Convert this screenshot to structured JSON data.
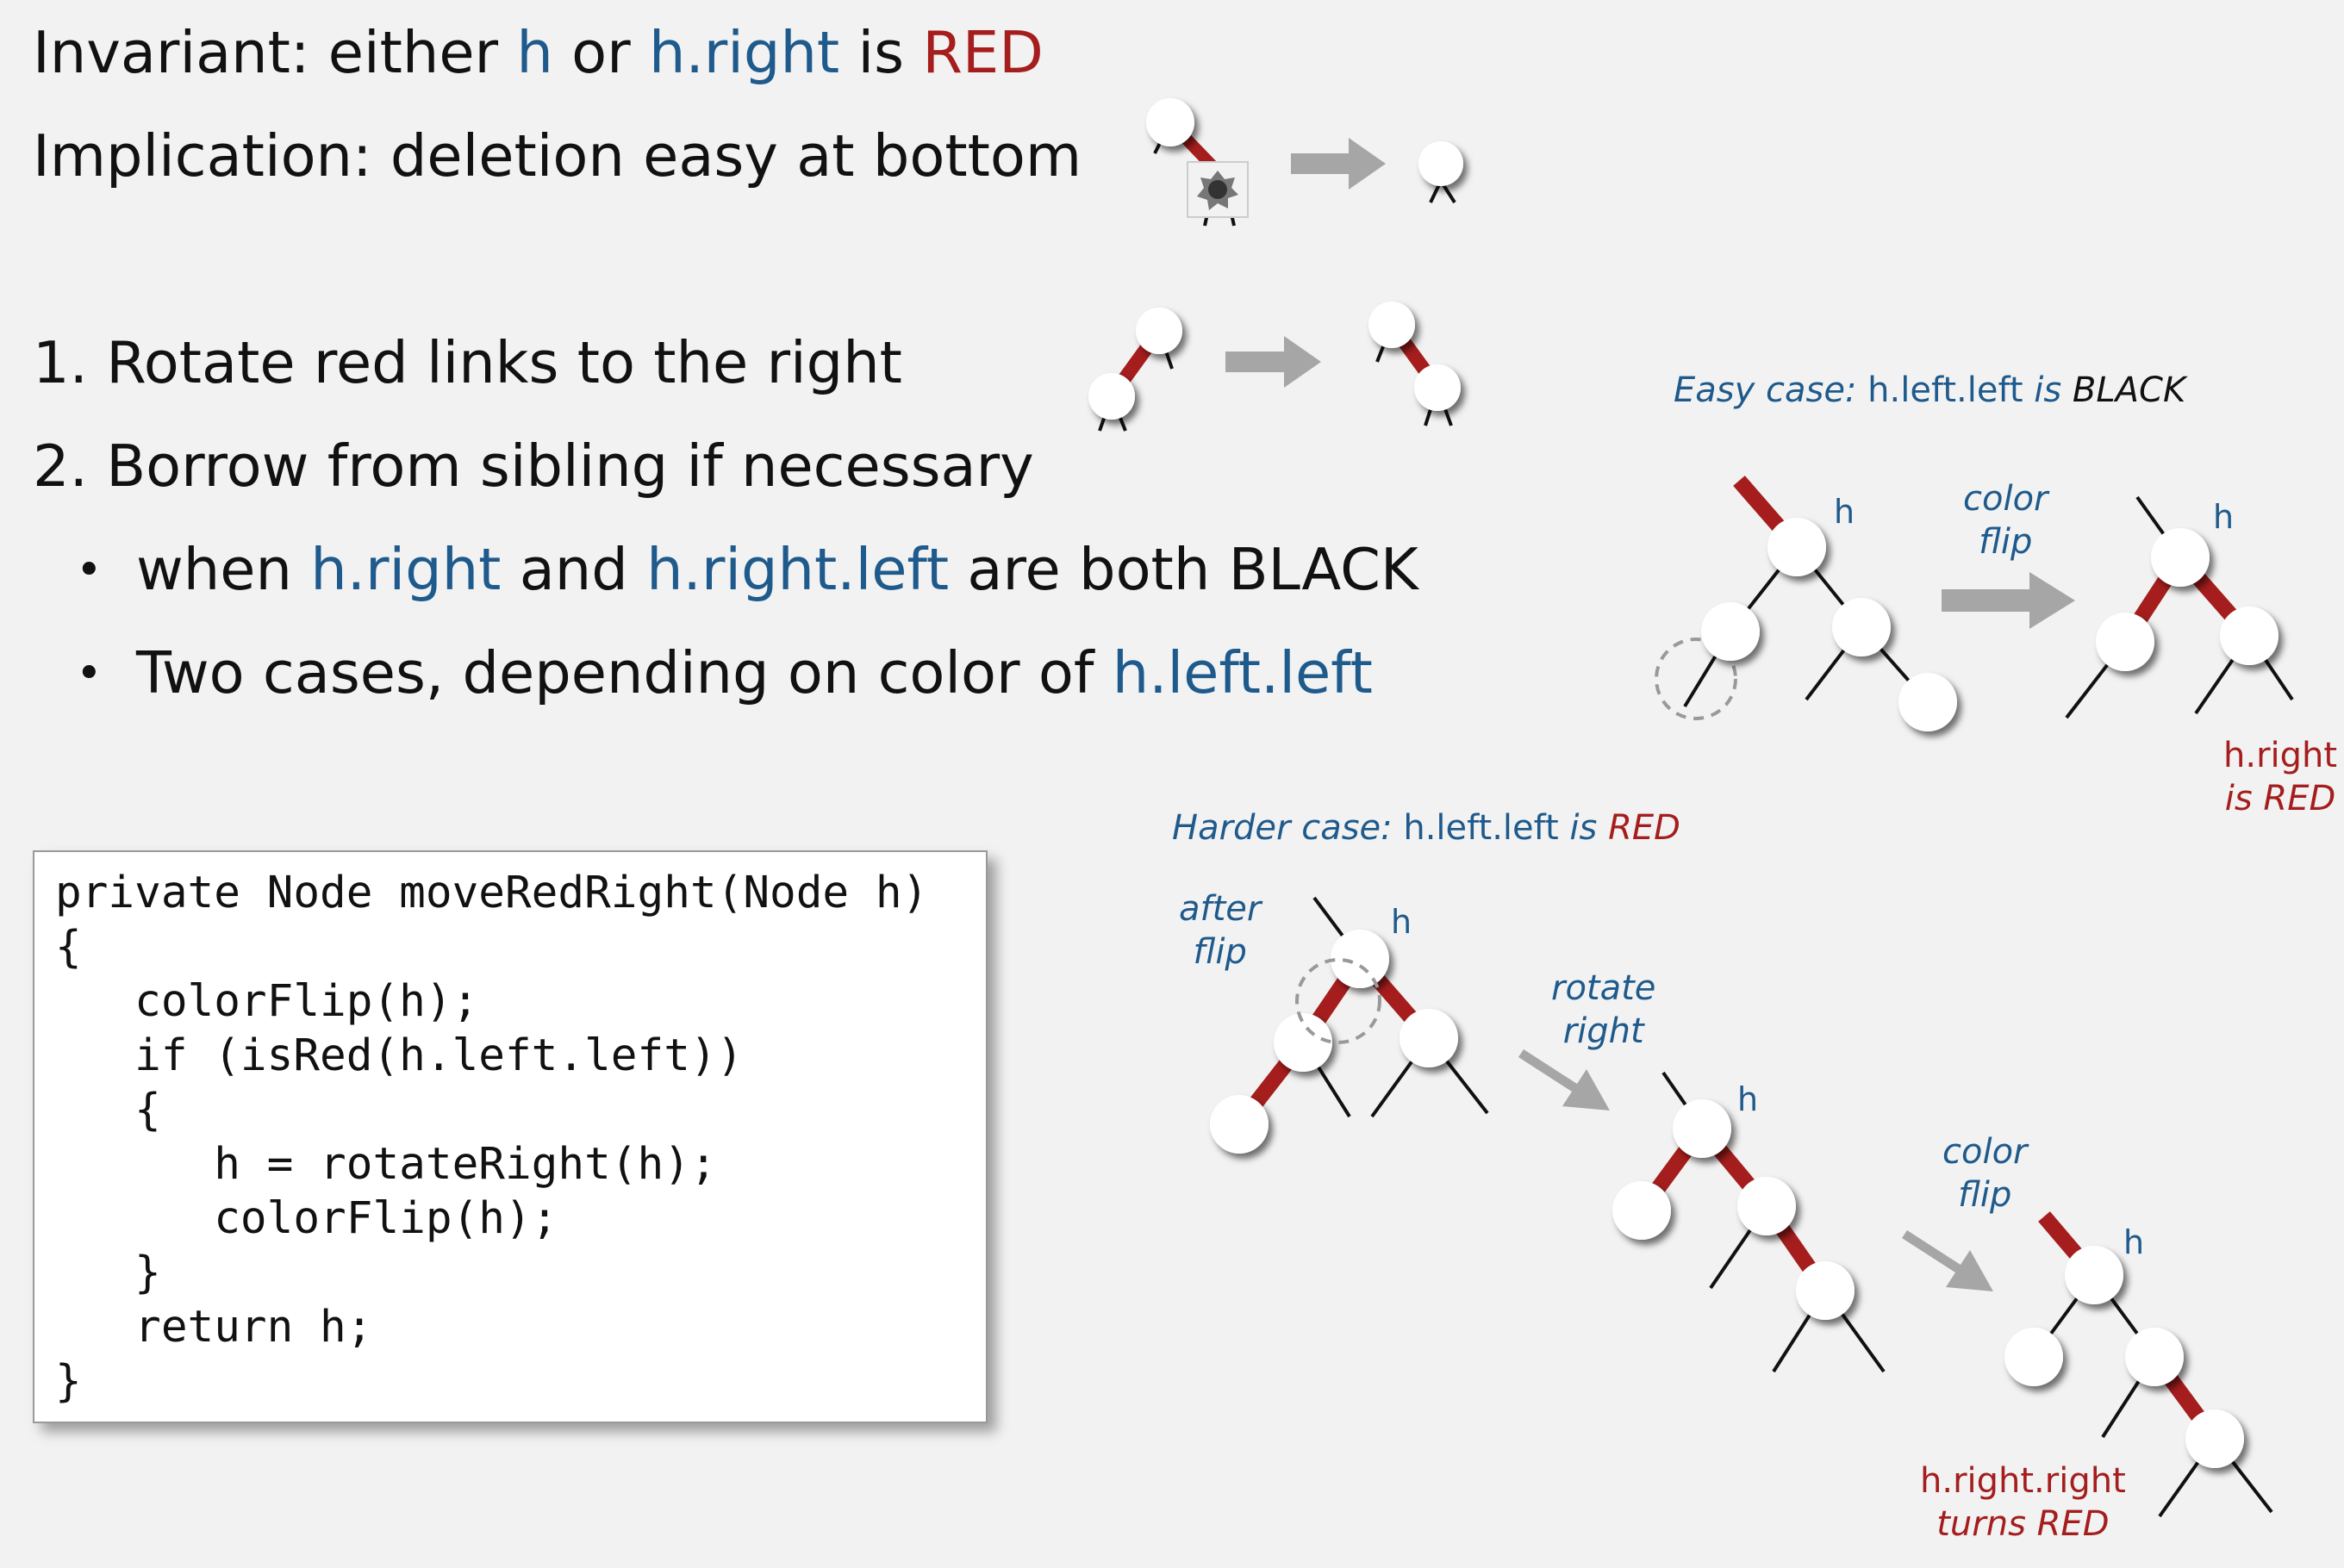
{
  "invariant": {
    "prefix": "Invariant: either ",
    "h": "h",
    "or": " or ",
    "hright": "h.right",
    "is": " is ",
    "red": "RED"
  },
  "implication": "Implication: deletion easy at bottom",
  "steps": {
    "rotate": "1. Rotate red links to the right",
    "borrow": "2. Borrow from sibling if necessary"
  },
  "bullets": {
    "b1": {
      "when": "when ",
      "hright": "h.right",
      "and": " and ",
      "hrightleft": "h.right.left",
      "tail": " are both BLACK"
    },
    "b2": {
      "text": "Two cases, depending on color of ",
      "hleftleft": "h.left.left"
    }
  },
  "code": [
    "private Node moveRedRight(Node h)",
    "{",
    "   colorFlip(h);",
    "   if (isRed(h.left.left))",
    "   {",
    "      h = rotateRight(h);",
    "      colorFlip(h);",
    "   }",
    "   return h;",
    "}"
  ],
  "easy_case": {
    "caption_lead": "Easy case:",
    "caption_var": "h.left.left",
    "caption_is": "is",
    "caption_val": "BLACK",
    "h_label": "h",
    "flip_label_1": "color",
    "flip_label_2": "flip",
    "result_1": "h.right",
    "result_2": "is RED"
  },
  "harder_case": {
    "caption_lead": "Harder case:",
    "caption_var": "h.left.left",
    "caption_is": "is",
    "caption_val": "RED",
    "after_1": "after",
    "after_2": "flip",
    "rotate_1": "rotate",
    "rotate_2": "right",
    "flip_1": "color",
    "flip_2": "flip",
    "h_label": "h",
    "result_1": "h.right.right",
    "result_2": "turns RED"
  },
  "colors": {
    "red_link": "#a51d1d",
    "blue_text": "#1f5a8c",
    "arrow": "#a6a6a6",
    "background": "#f2f2f2"
  },
  "icons": [
    "bullet-hole-icon"
  ]
}
